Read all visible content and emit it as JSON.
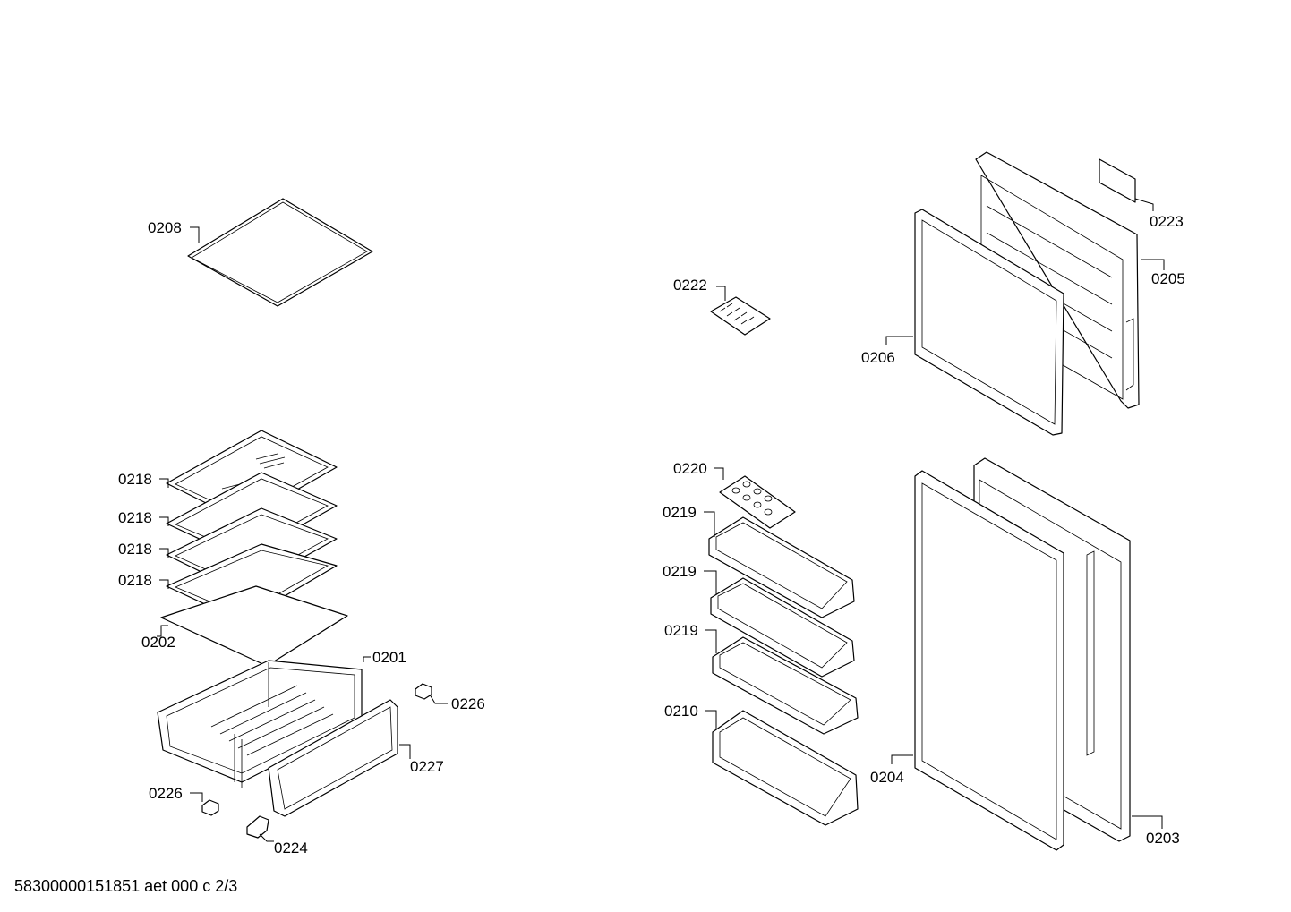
{
  "footer": "58300000151851 aet 000 c 2/3",
  "labels": {
    "p0208": "0208",
    "p0218a": "0218",
    "p0218b": "0218",
    "p0218c": "0218",
    "p0218d": "0218",
    "p0202": "0202",
    "p0201": "0201",
    "p0226a": "0226",
    "p0227": "0227",
    "p0226b": "0226",
    "p0224": "0224",
    "p0222": "0222",
    "p0223": "0223",
    "p0205": "0205",
    "p0206": "0206",
    "p0220": "0220",
    "p0219a": "0219",
    "p0219b": "0219",
    "p0219c": "0219",
    "p0210": "0210",
    "p0204": "0204",
    "p0203": "0203"
  }
}
